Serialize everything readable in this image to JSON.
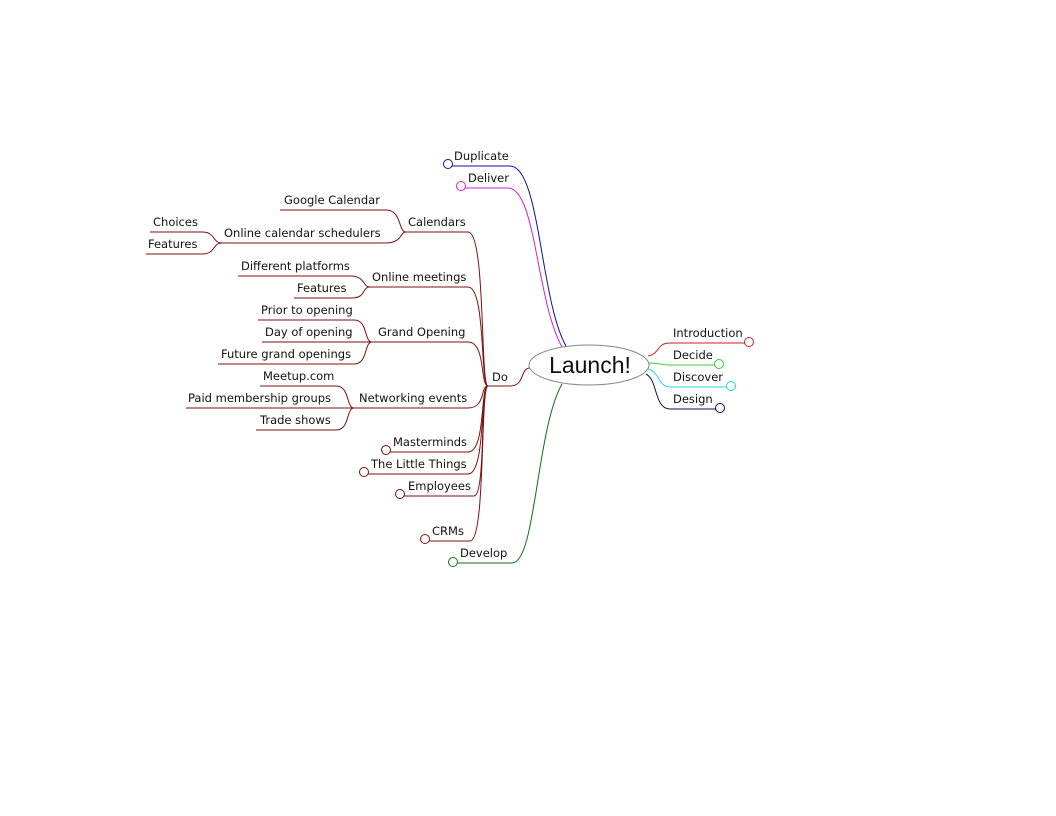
{
  "central": {
    "label": "Launch!"
  },
  "colors": {
    "do": "#7f1010",
    "duplicate": "#1010a0",
    "deliver": "#d020d0",
    "develop": "#107010",
    "introduction": "#d02020",
    "decide": "#30d030",
    "discover": "#20d8e8",
    "design": "#101050",
    "bubble_stroke": "#888888"
  },
  "branches": {
    "duplicate": "Duplicate",
    "deliver": "Deliver",
    "do": "Do",
    "develop": "Develop",
    "introduction": "Introduction",
    "decide": "Decide",
    "discover": "Discover",
    "design": "Design"
  },
  "do_topics": {
    "calendars": {
      "label": "Calendars",
      "google_calendar": "Google Calendar",
      "online_calendar_schedulers": "Online calendar schedulers",
      "choices": "Choices",
      "features": "Features"
    },
    "online_meetings": {
      "label": "Online meetings",
      "different_platforms": "Different platforms",
      "features": "Features"
    },
    "grand_opening": {
      "label": "Grand Opening",
      "prior_to_opening": "Prior to opening",
      "day_of_opening": "Day of opening",
      "future_grand_openings": "Future grand openings"
    },
    "networking_events": {
      "label": "Networking events",
      "meetup": "Meetup.com",
      "paid_membership_groups": "Paid membership groups",
      "trade_shows": "Trade shows"
    },
    "masterminds": "Masterminds",
    "little_things": "The Little Things",
    "employees": "Employees",
    "crms": "CRMs"
  }
}
